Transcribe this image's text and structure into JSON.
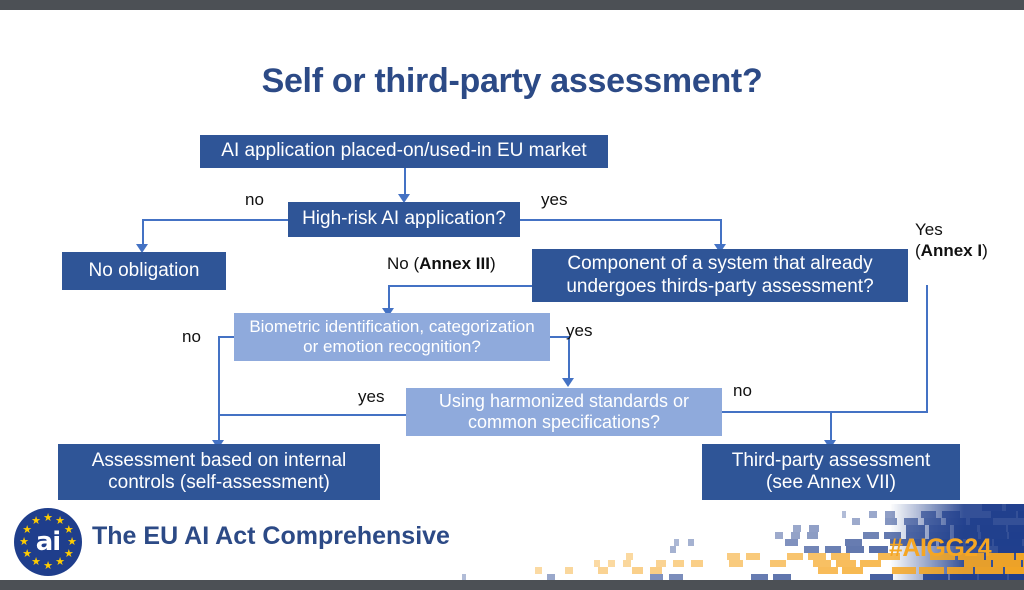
{
  "slide": {
    "title": "Self or third-party assessment?",
    "accent_dark": "#2f5597",
    "accent_light": "#8faadc",
    "connector_color": "#4472c4",
    "title_color": "#2c4a86",
    "hashtag_color": "#f5a623"
  },
  "flow": {
    "nodes": [
      {
        "id": "entry",
        "label": "AI application placed-on/used-in EU market"
      },
      {
        "id": "highrisk",
        "label": "High-risk AI application?"
      },
      {
        "id": "noobl",
        "label": "No obligation"
      },
      {
        "id": "component",
        "label": "Component of a system that already undergoes thirds-party assessment?"
      },
      {
        "id": "biometric",
        "label": "Biometric identification, categorization or emotion recognition?"
      },
      {
        "id": "harmonized",
        "label": "Using harmonized standards or common specifications?"
      },
      {
        "id": "internal",
        "label": "Assessment based on internal controls (self-assessment)"
      },
      {
        "id": "thirdparty",
        "label": "Third-party assessment (see Annex VII)"
      }
    ],
    "node_lines": {
      "component": [
        "Component of a system that already",
        "undergoes thirds-party assessment?"
      ],
      "biometric": [
        "Biometric identification, categorization",
        "or emotion recognition?"
      ],
      "harmonized": [
        "Using harmonized standards or",
        "common specifications?"
      ],
      "internal": [
        "Assessment based on internal",
        "controls (self-assessment)"
      ],
      "thirdparty": [
        "Third-party assessment",
        "(see Annex VII)"
      ]
    },
    "edge_labels": {
      "highrisk_no": "no",
      "highrisk_yes": "yes",
      "component_no_prefix": "No (",
      "component_no_bold": "Annex III",
      "component_no_suffix": ")",
      "component_yes_line1": "Yes",
      "component_yes_bold": "Annex I",
      "biometric_no": "no",
      "biometric_yes": "yes",
      "harmonized_yes": "yes",
      "harmonized_no": "no"
    }
  },
  "footer": {
    "logo_text": "ai",
    "brand": "The EU AI Act Comprehensive",
    "hashtag": "#AIGG24"
  }
}
